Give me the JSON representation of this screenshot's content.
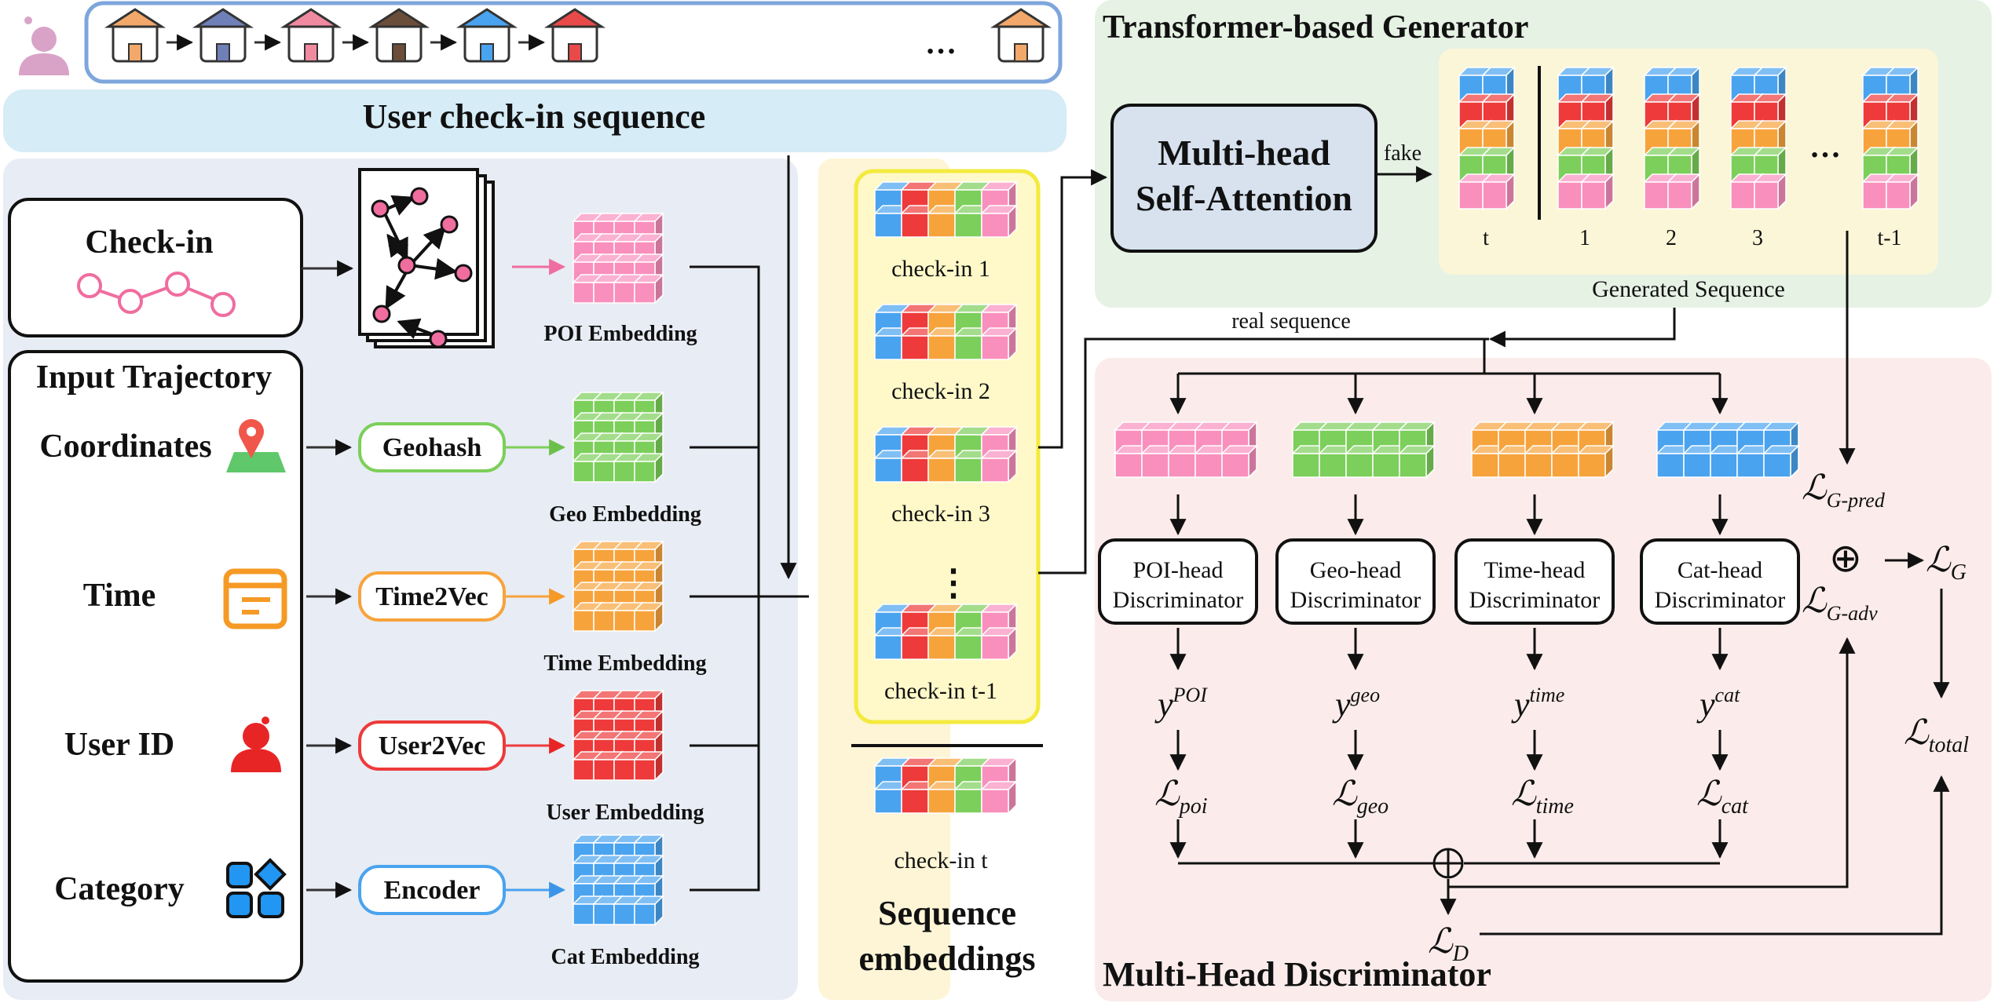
{
  "top": {
    "title": "User check-in sequence",
    "ellipsis": "…",
    "poi_icons": [
      "house-icon",
      "bank-icon",
      "shop-icon",
      "windmill-icon",
      "ferris-wheel-icon",
      "lighthouse-icon",
      "house-icon"
    ]
  },
  "input": {
    "checkin_label": "Check-in",
    "trajectory_title": "Input Trajectory",
    "rows": [
      {
        "label": "Coordinates",
        "encoder": "Geohash",
        "embedding": "Geo Embedding",
        "color": "#7ccf5a",
        "icon": "map-pin-icon"
      },
      {
        "label": "Time",
        "encoder": "Time2Vec",
        "embedding": "Time Embedding",
        "color": "#f7a33c",
        "icon": "calendar-icon"
      },
      {
        "label": "User ID",
        "encoder": "User2Vec",
        "embedding": "User Embedding",
        "color": "#ee3a3a",
        "icon": "user-icon"
      },
      {
        "label": "Category",
        "encoder": "Encoder",
        "embedding": "Cat Embedding",
        "color": "#4aa3ef",
        "icon": "category-icon"
      }
    ],
    "poi_embedding": "POI Embedding",
    "poi_color": "#f98fbd"
  },
  "sequence": {
    "items": [
      "check-in 1",
      "check-in 2",
      "check-in 3",
      "check-in t-1"
    ],
    "dots": "⋮",
    "last": "check-in t",
    "title_line1": "Sequence",
    "title_line2": "embeddings",
    "stack_colors": [
      "#4aa3ef",
      "#ee3a3a",
      "#f7a33c",
      "#7ccf5a",
      "#f98fbd"
    ]
  },
  "generator": {
    "title": "Transformer-based Generator",
    "attention_line1": "Multi-head",
    "attention_line2": "Self-Attention",
    "fake_label": "fake",
    "columns": [
      "t",
      "1",
      "2",
      "3",
      "t-1"
    ],
    "ellipsis": "…",
    "generated_label": "Generated Sequence",
    "column_colors": [
      "#4aa3ef",
      "#ee3a3a",
      "#f7a33c",
      "#7ccf5a",
      "#f98fbd"
    ]
  },
  "discriminator": {
    "title": "Multi-Head Discriminator",
    "real_label": "real sequence",
    "heads": [
      {
        "line1": "POI-head",
        "line2": "Discriminator",
        "y": "y",
        "y_sup": "POI",
        "loss": "ℒ",
        "loss_sub": "poi",
        "color": "#f98fbd"
      },
      {
        "line1": "Geo-head",
        "line2": "Discriminator",
        "y": "y",
        "y_sup": "geo",
        "loss": "ℒ",
        "loss_sub": "geo",
        "color": "#7ccf5a"
      },
      {
        "line1": "Time-head",
        "line2": "Discriminator",
        "y": "y",
        "y_sup": "time",
        "loss": "ℒ",
        "loss_sub": "time",
        "color": "#f7a33c"
      },
      {
        "line1": "Cat-head",
        "line2": "Discriminator",
        "y": "y",
        "y_sup": "cat",
        "loss": "ℒ",
        "loss_sub": "cat",
        "color": "#4aa3ef"
      }
    ],
    "loss_d": "ℒ",
    "loss_d_sub": "D",
    "loss_g_pred": "ℒ",
    "loss_g_pred_sub": "G-pred",
    "loss_g_adv": "ℒ",
    "loss_g_adv_sub": "G-adv",
    "loss_g": "ℒ",
    "loss_g_sub": "G",
    "loss_total": "ℒ",
    "loss_total_sub": "total",
    "oplus": "⊕"
  }
}
